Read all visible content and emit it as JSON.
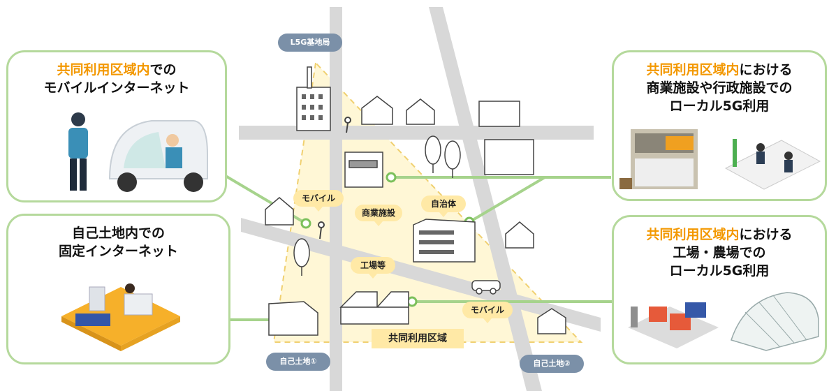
{
  "station_label": "L5G基地局",
  "callouts": {
    "mobile_internet": {
      "highlight": "共同利用区域内",
      "line1_rest": "での",
      "line2": "モバイルインターネット"
    },
    "fixed_internet": {
      "line1": "自己土地内での",
      "line2": "固定インターネット"
    },
    "commercial": {
      "highlight": "共同利用区域内",
      "line1_rest": "における",
      "line2": "商業施設や行政施設での",
      "line3": "ローカル5G利用"
    },
    "factory": {
      "highlight": "共同利用区域内",
      "line1_rest": "における",
      "line2": "工場・農場での",
      "line3": "ローカル5G利用"
    }
  },
  "map_tags": {
    "mobile_left": "モバイル",
    "commercial_facility": "商業施設",
    "municipality": "自治体",
    "factory_etc": "工場等",
    "mobile_right": "モバイル"
  },
  "shared_area_label": "共同利用区域",
  "own_land_1": "自己土地①",
  "own_land_2": "自己土地②",
  "colors": {
    "accent_orange": "#f39800",
    "callout_border": "#b5d99c",
    "tag_fill": "#ffe9a6",
    "area_fill": "#fff7d6",
    "pill_fill": "#7b90a8"
  }
}
